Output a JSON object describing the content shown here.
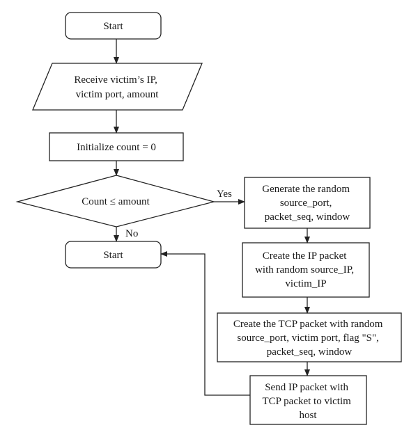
{
  "nodes": {
    "start_top": "Start",
    "input": [
      "Receive victim’s IP,",
      "victim port, amount"
    ],
    "init": "Initialize count = 0",
    "decision": "Count ≤ amount",
    "start_bottom": "Start",
    "generate": [
      "Generate the random",
      "source_port,",
      "packet_seq, window"
    ],
    "create_ip": [
      "Create the IP packet",
      "with random source_IP,",
      "victim_IP"
    ],
    "create_tcp": [
      "Create the TCP packet with random",
      "source_port, victim port, flag \"S\",",
      "packet_seq, window"
    ],
    "send": [
      "Send IP packet with",
      "TCP packet to victim",
      "host"
    ]
  },
  "edges": {
    "yes_label": "Yes",
    "no_label": "No"
  }
}
